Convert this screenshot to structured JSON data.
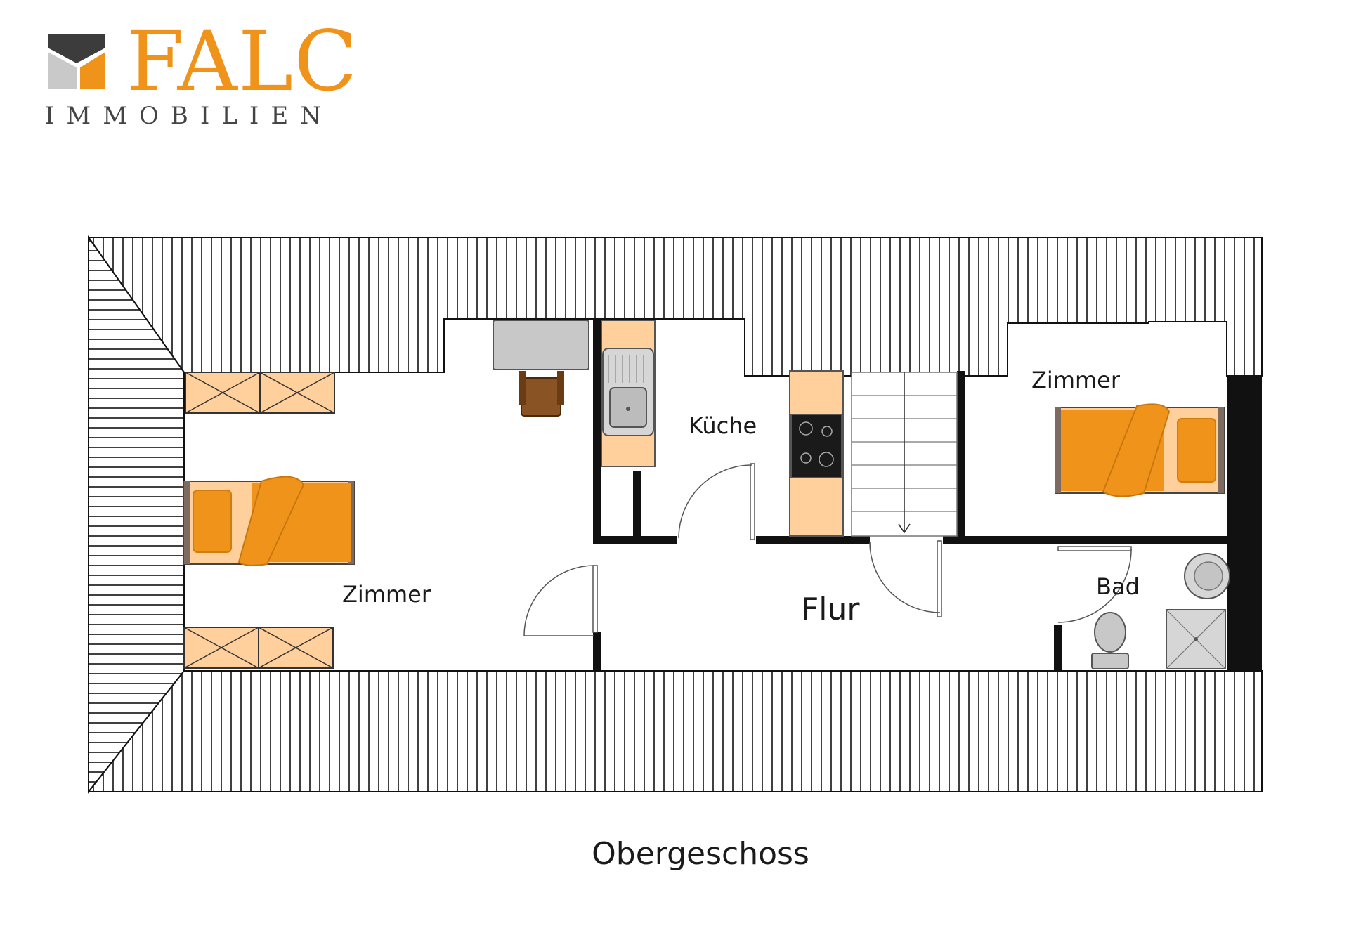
{
  "logo": {
    "word": "FALC",
    "sub": "IMMOBILIEN",
    "colors": {
      "orange": "#f0931a",
      "gray": "#444444",
      "light_gray": "#c9c9c9"
    }
  },
  "rooms": {
    "zimmer_left": "Zimmer",
    "kueche": "Küche",
    "zimmer_right": "Zimmer",
    "flur": "Flur",
    "bad": "Bad"
  },
  "caption": "Obergeschoss",
  "colors": {
    "wall": "#111111",
    "bed": "#f0931a",
    "furniture_light": "#ffcf9c",
    "appliance": "#c8c8c8",
    "chair": "#7a4a1e"
  }
}
